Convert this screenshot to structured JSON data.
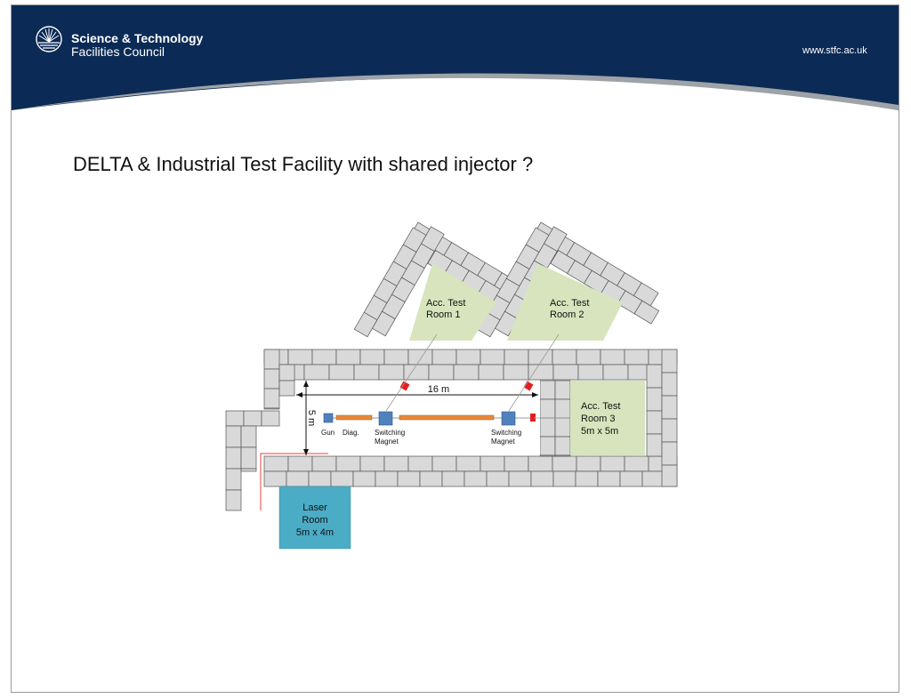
{
  "header": {
    "org_line1": "Science & Technology",
    "org_line2": "Facilities Council",
    "url": "www.stfc.ac.uk",
    "colors": {
      "navy": "#0b2a55",
      "swoosh_grey": "#9ea3a8"
    }
  },
  "slide": {
    "title": "DELTA & Industrial Test Facility with shared injector ?"
  },
  "diagram": {
    "rooms": {
      "acc1": {
        "line1": "Acc. Test",
        "line2": "Room 1"
      },
      "acc2": {
        "line1": "Acc. Test",
        "line2": "Room 2"
      },
      "acc3": {
        "line1": "Acc. Test",
        "line2": "Room 3",
        "line3": "5m x 5m"
      },
      "laser": {
        "line1": "Laser",
        "line2": "Room",
        "line3": "5m x 4m"
      }
    },
    "dimensions": {
      "length": "16 m",
      "width": "5 m"
    },
    "components": {
      "gun": "Gun",
      "diag": "Diag.",
      "switch1": {
        "line1": "Switching",
        "line2": "Magnet"
      },
      "switch2": {
        "line1": "Switching",
        "line2": "Magnet"
      }
    },
    "colors": {
      "block_fill": "#d9d9d9",
      "block_stroke": "#555555",
      "room_green": "#d7e4bd",
      "laser_blue": "#4bacc6",
      "magnet_blue": "#4f81bd",
      "cavity_orange": "#e8883a",
      "marker_red": "#e32020",
      "laser_line": "#e04040"
    }
  }
}
